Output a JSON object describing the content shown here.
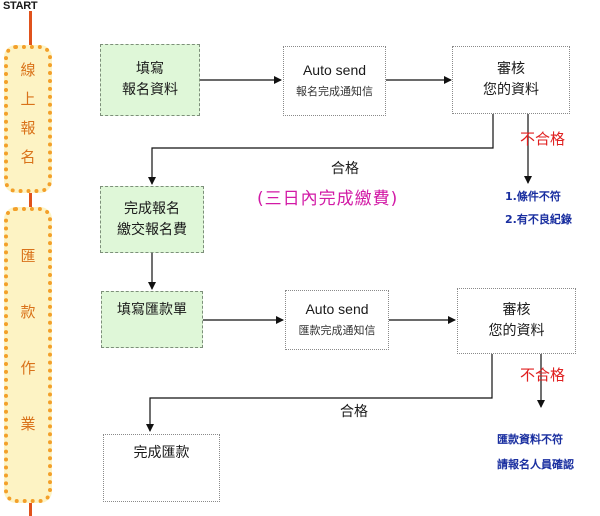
{
  "start_label": "START",
  "phases": {
    "online_registration": [
      "線",
      "上",
      "報",
      "名"
    ],
    "remittance": [
      "匯",
      "款",
      "作",
      "業"
    ]
  },
  "nodes": {
    "fill_form": {
      "line1": "填寫",
      "line2": "報名資料"
    },
    "auto_send_1": {
      "title": "Auto send",
      "sub": "報名完成通知信"
    },
    "review_1": {
      "line1": "審核",
      "line2": "您的資料"
    },
    "complete_registration": {
      "line1": "完成報名",
      "line2": "繳交報名費"
    },
    "fill_remittance": {
      "line1": "填寫匯款單"
    },
    "auto_send_2": {
      "title": "Auto send",
      "sub": "匯款完成通知信"
    },
    "review_2": {
      "line1": "審核",
      "line2": "您的資料"
    },
    "complete_remittance": {
      "line1": "完成匯款"
    }
  },
  "labels": {
    "pass_1": "合格",
    "fail_1": "不合格",
    "deadline_note": "(三日內完成繳費)",
    "reason_1": "1.條件不符",
    "reason_2": "2.有不良紀錄",
    "pass_2": "合格",
    "fail_2": "不合格",
    "remit_error_1": "匯款資料不符",
    "remit_error_2": "請報名人員確認"
  }
}
